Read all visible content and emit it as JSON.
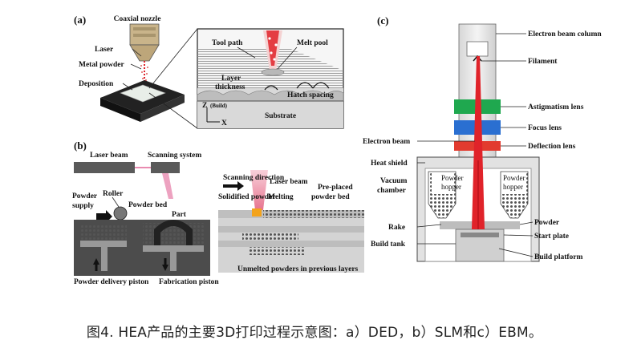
{
  "panels": {
    "a": {
      "label": "(a)",
      "coaxial_nozzle": "Coaxial nozzle",
      "laser": "Laser",
      "metal_powder": "Metal powder",
      "deposition": "Deposition",
      "tool_path": "Tool path",
      "melt_pool": "Melt pool",
      "layer_thickness_1": "Layer",
      "layer_thickness_2": "thickness",
      "hatch_spacing": "Hatch spacing",
      "axis_z": "Z",
      "axis_z_sub": "(Build)",
      "axis_x": "X",
      "substrate": "Substrate"
    },
    "b": {
      "label": "(b)",
      "laser_beam": "Laser beam",
      "scanning_system": "Scanning system",
      "scanning_direction": "Scanning direction",
      "laser_beam_2": "Laser beam",
      "solidified_powder": "Solidified powder",
      "melting": "Melting",
      "pre_placed_1": "Pre-placed",
      "pre_placed_2": "powder bed",
      "powder_supply_1": "Powder",
      "powder_supply_2": "supply",
      "roller": "Roller",
      "powder_bed": "Powder bed",
      "part": "Part",
      "powder_delivery_piston": "Powder delivery piston",
      "fabrication_piston": "Fabrication piston",
      "unmelted_powders": "Unmelted powders in previous layers"
    },
    "c": {
      "label": "(c)",
      "electron_beam_column": "Electron beam column",
      "filament": "Filament",
      "astigmatism_lens": "Astigmatism lens",
      "focus_lens": "Focus lens",
      "electron_beam": "Electron beam",
      "deflection_lens": "Deflection lens",
      "heat_shield": "Heat shield",
      "vacuum_chamber_1": "Vacuum",
      "vacuum_chamber_2": "chamber",
      "powder_hopper_1": "Powder",
      "powder_hopper_2": "hopper",
      "rake": "Rake",
      "powder": "Powder",
      "start_plate": "Start plate",
      "build_tank": "Build tank",
      "build_platform": "Build platform"
    }
  },
  "caption": "图4. HEA产品的主要3D打印过程示意图：a）DED，b）SLM和c）EBM。",
  "colors": {
    "laser_red": "#e0232a",
    "beam_pink": "#f2a6b7",
    "astigmatism_green": "#1fa84f",
    "focus_blue": "#2a6fd1",
    "deflection_red": "#e23b2f",
    "melt_orange": "#f3a31b"
  }
}
